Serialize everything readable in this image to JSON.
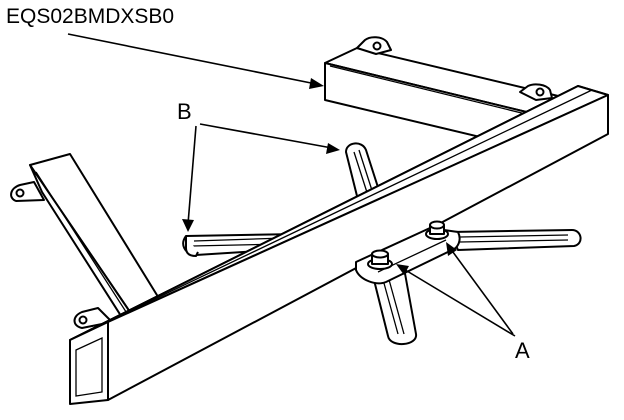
{
  "figure": {
    "code": "EQS02BMDXSB0",
    "callouts": [
      {
        "id": "B",
        "text": "B"
      },
      {
        "id": "A",
        "text": "A"
      }
    ]
  },
  "colors": {
    "ink": "#000000",
    "paper": "#ffffff"
  }
}
